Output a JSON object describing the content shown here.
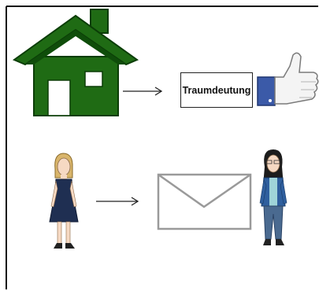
{
  "scene": {
    "top_row": {
      "subject": "house-icon",
      "box_label": "Traumdeutung",
      "reaction": "thumbs-up-icon"
    },
    "bottom_row": {
      "sender": "girl-character",
      "object": "envelope-icon",
      "receiver": "woman-character"
    }
  },
  "colors": {
    "house_green": "#1f6b14",
    "roof_dark": "#0f4d0a",
    "thumb_sleeve": "#3b5aa8",
    "envelope_gray": "#9a9a9a",
    "frame": "#111111"
  }
}
